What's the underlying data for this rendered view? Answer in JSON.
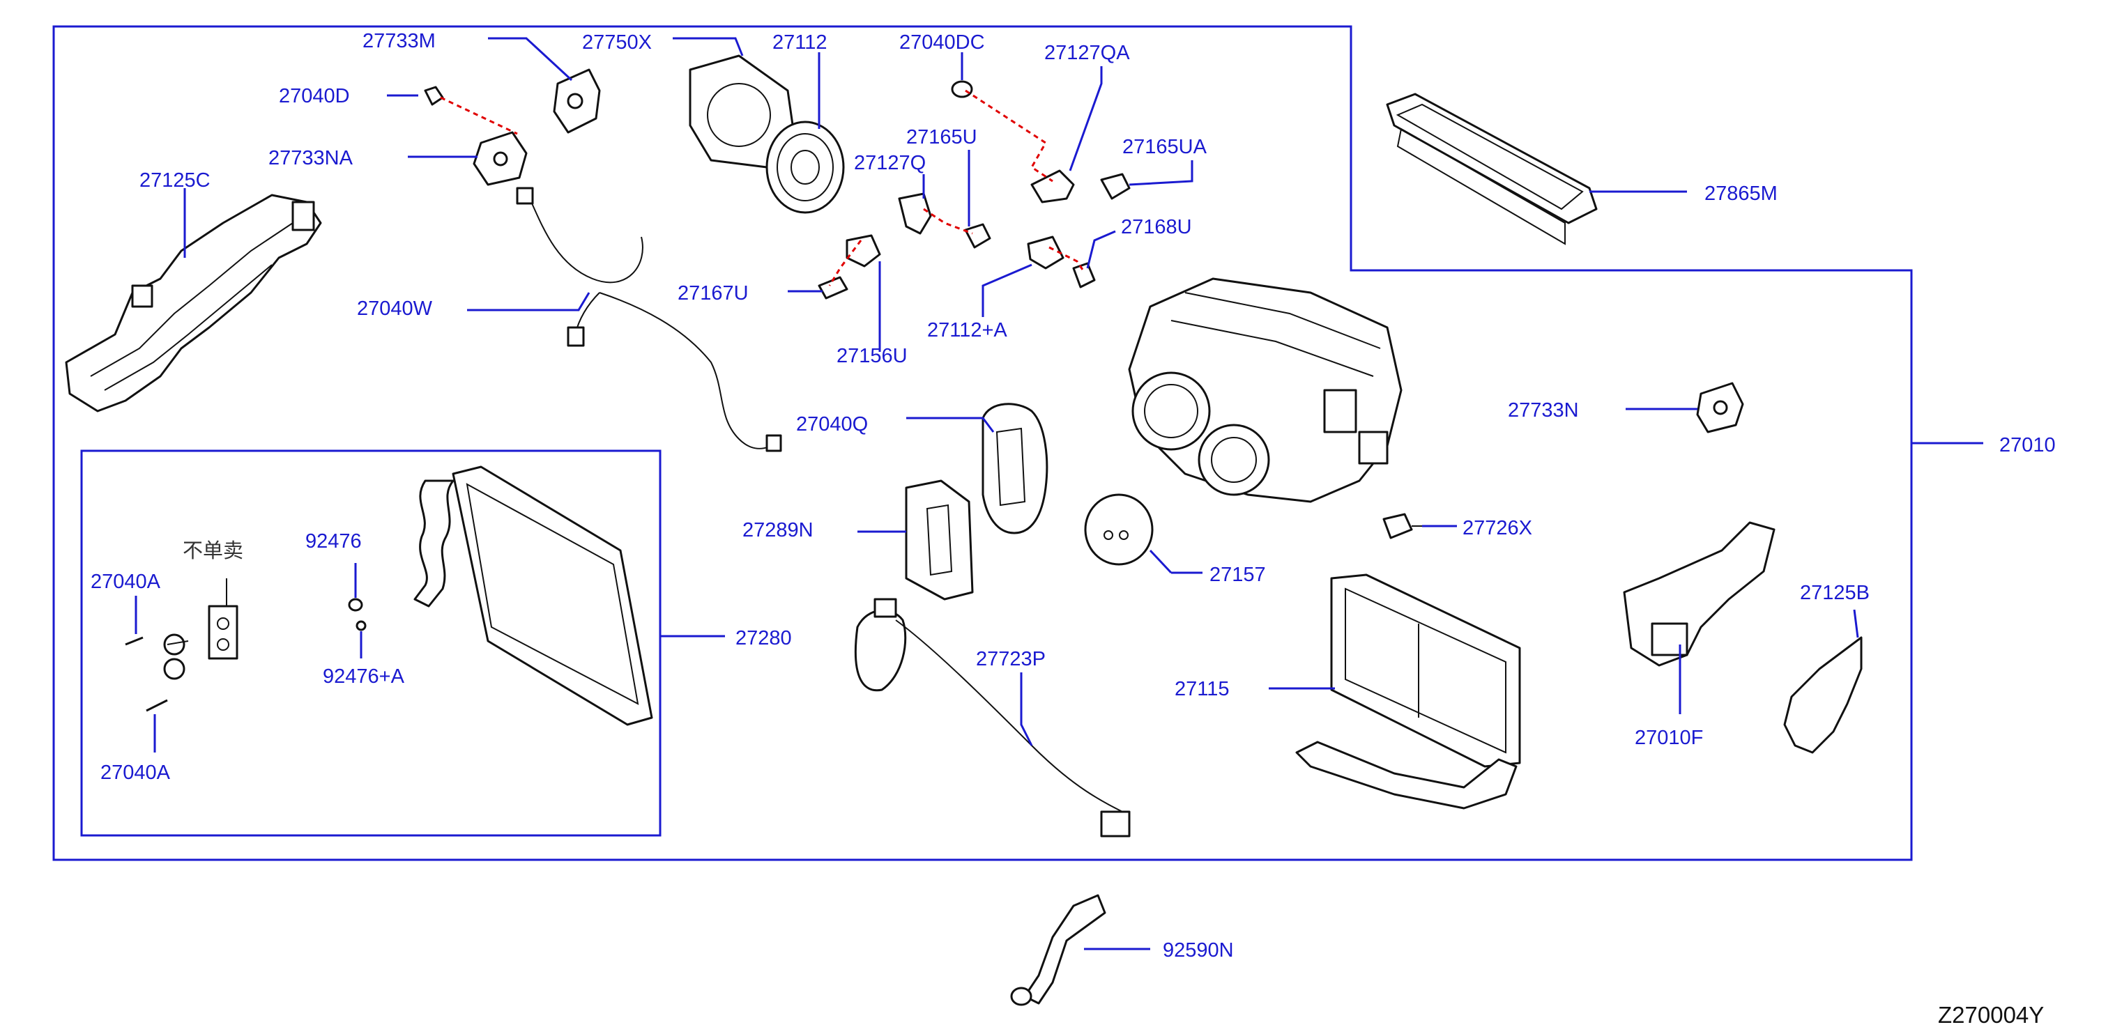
{
  "diagram": {
    "title_code": "Z270004Y",
    "not_sold_separately_note": "不单卖",
    "colors": {
      "label": "#1a1ad0",
      "leader": "#1a1ad0",
      "dashed_link": "#e00000",
      "part_outline": "#111111"
    },
    "callouts": [
      {
        "id": "27733M",
        "text": "27733M"
      },
      {
        "id": "27750X",
        "text": "27750X"
      },
      {
        "id": "27112",
        "text": "27112"
      },
      {
        "id": "27040DC",
        "text": "27040DC"
      },
      {
        "id": "27127QA",
        "text": "27127QA"
      },
      {
        "id": "27040D",
        "text": "27040D"
      },
      {
        "id": "27733NA",
        "text": "27733NA"
      },
      {
        "id": "27165U",
        "text": "27165U"
      },
      {
        "id": "27165UA",
        "text": "27165UA"
      },
      {
        "id": "27125C",
        "text": "27125C"
      },
      {
        "id": "27127Q",
        "text": "27127Q"
      },
      {
        "id": "27168U",
        "text": "27168U"
      },
      {
        "id": "27865M",
        "text": "27865M"
      },
      {
        "id": "27040W",
        "text": "27040W"
      },
      {
        "id": "27167U",
        "text": "27167U"
      },
      {
        "id": "27112A",
        "text": "27112+A"
      },
      {
        "id": "27156U",
        "text": "27156U"
      },
      {
        "id": "27040Q",
        "text": "27040Q"
      },
      {
        "id": "27733N",
        "text": "27733N"
      },
      {
        "id": "27010",
        "text": "27010"
      },
      {
        "id": "92476",
        "text": "92476"
      },
      {
        "id": "27289N",
        "text": "27289N"
      },
      {
        "id": "27726X",
        "text": "27726X"
      },
      {
        "id": "27040A_top",
        "text": "27040A"
      },
      {
        "id": "27157",
        "text": "27157"
      },
      {
        "id": "27125B",
        "text": "27125B"
      },
      {
        "id": "27280",
        "text": "27280"
      },
      {
        "id": "92476A",
        "text": "92476+A"
      },
      {
        "id": "27723P",
        "text": "27723P"
      },
      {
        "id": "27115",
        "text": "27115"
      },
      {
        "id": "27010F",
        "text": "27010F"
      },
      {
        "id": "27040A_bottom",
        "text": "27040A"
      },
      {
        "id": "92590N",
        "text": "92590N"
      }
    ]
  }
}
